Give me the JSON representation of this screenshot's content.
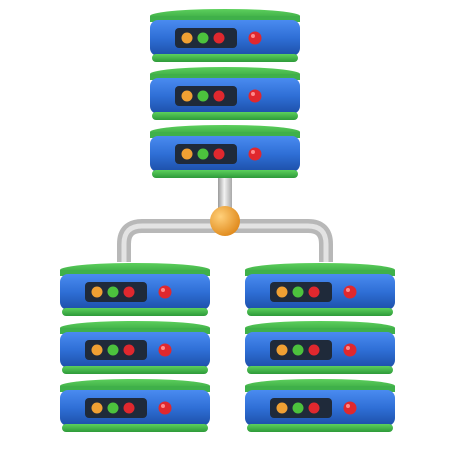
{
  "illustration": {
    "subject": "server-network-icon",
    "colors": {
      "server_body": "#2f6fd6",
      "server_cap": "#3fb04a",
      "panel": "#1f2a3a",
      "led_orange": "#f0a033",
      "led_green": "#4cc23d",
      "led_red": "#e0282e",
      "pipe": "#d4d4d4",
      "junction": "#f0a033"
    },
    "stacks": [
      {
        "name": "top-server-stack",
        "units": 3
      },
      {
        "name": "left-server-stack",
        "units": 3
      },
      {
        "name": "right-server-stack",
        "units": 3
      }
    ]
  }
}
